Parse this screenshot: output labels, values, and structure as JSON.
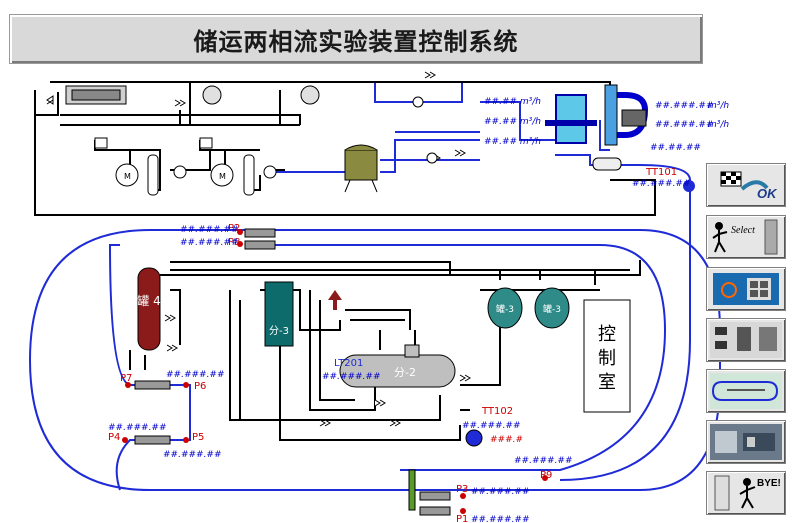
{
  "title": "储运两相流实验装置控制系统",
  "flow_readouts": {
    "left_1": "##.##  m³/h",
    "left_2": "##.##  m³/h",
    "left_3": "##.##  m³/h",
    "right_1_val": "##.###.##",
    "right_1_unit": "m³/h",
    "right_2_val": "##.###.##",
    "right_2_unit": "m³/h",
    "mid": "##.##.##"
  },
  "tt101": {
    "label": "TT101",
    "value": "##.###.##"
  },
  "tt102": {
    "label": "TT102",
    "value": "##.###.##",
    "alt": "###.#"
  },
  "lt201": {
    "label": "LT201",
    "value": "##.###.##"
  },
  "pressure_points": {
    "p2": "P2",
    "p2_val": "##.###.##",
    "p8": "P8",
    "p8_val": "##.###.##",
    "p7": "P7",
    "p7_val": "##.###.##",
    "p6": "P6",
    "p4": "P4",
    "p4_val": "##.###.##",
    "p5": "P5",
    "p5_val": "##.###.##",
    "p3": "P3",
    "p3_val": "##.###.##",
    "p1": "P1",
    "p1_val": "##.###.##",
    "p9": "P9",
    "p9_val": "##.###.##"
  },
  "vessels": {
    "tank4": "罐\n4",
    "sep3": "分-3",
    "sep2": "分-2",
    "tank3a": "罐-3",
    "tank3b": "罐-3"
  },
  "control_room": "控\n制\n室",
  "nav": {
    "ok_label": "OK",
    "select_label": "Select",
    "bye_label": "BYE!"
  },
  "colors": {
    "pipe": "#000000",
    "flow": "#1f2bd6",
    "alarm": "#cc0000",
    "tank4": "#8b1a1a",
    "sep3": "#0e6b6b"
  }
}
